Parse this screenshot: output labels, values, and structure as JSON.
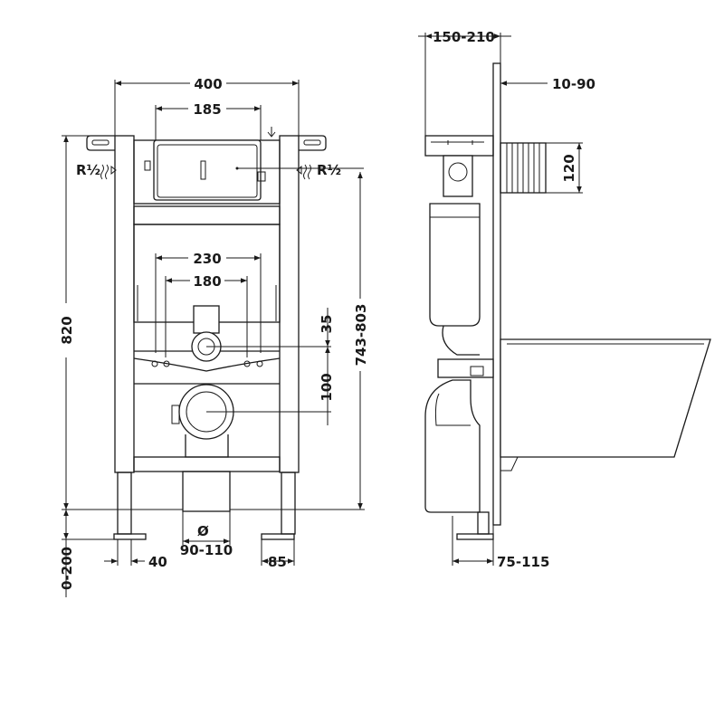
{
  "front_view": {
    "dims": {
      "width_total": "400",
      "flush_plate": "185",
      "water_inlet_left": "R½",
      "water_inlet_right": "R½",
      "height_total": "820",
      "bolt_spacing_outer": "230",
      "bolt_spacing_inner": "180",
      "flush_height": "35",
      "outlet_offset": "100",
      "pan_height": "743-803",
      "leg_adjust": "0-200",
      "pipe_symbol": "Ø",
      "pipe_diameter": "90-110",
      "leg_width": "40",
      "foot_width": "85"
    }
  },
  "side_view": {
    "dims": {
      "depth": "150-210",
      "wall_thickness": "10-90",
      "connector_height": "120",
      "foot_depth": "75-115"
    }
  }
}
